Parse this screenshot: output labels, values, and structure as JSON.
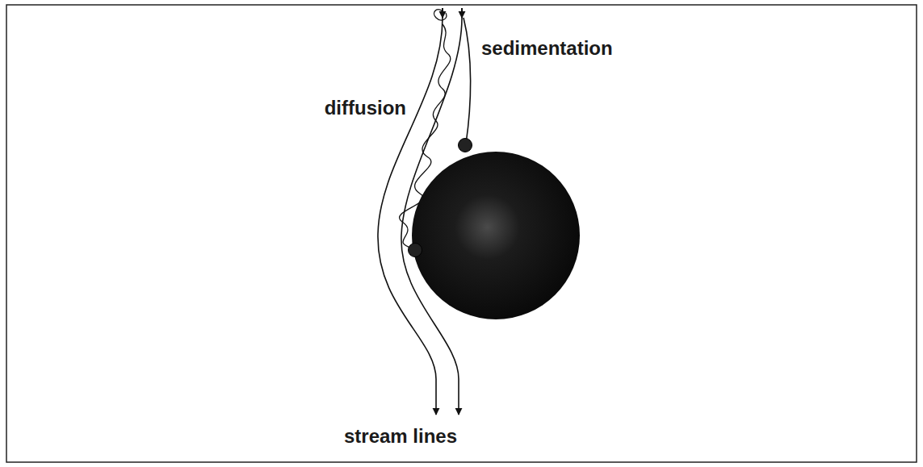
{
  "diagram": {
    "labels": [
      "diffusion",
      "sedimentation",
      "stream lines"
    ]
  }
}
